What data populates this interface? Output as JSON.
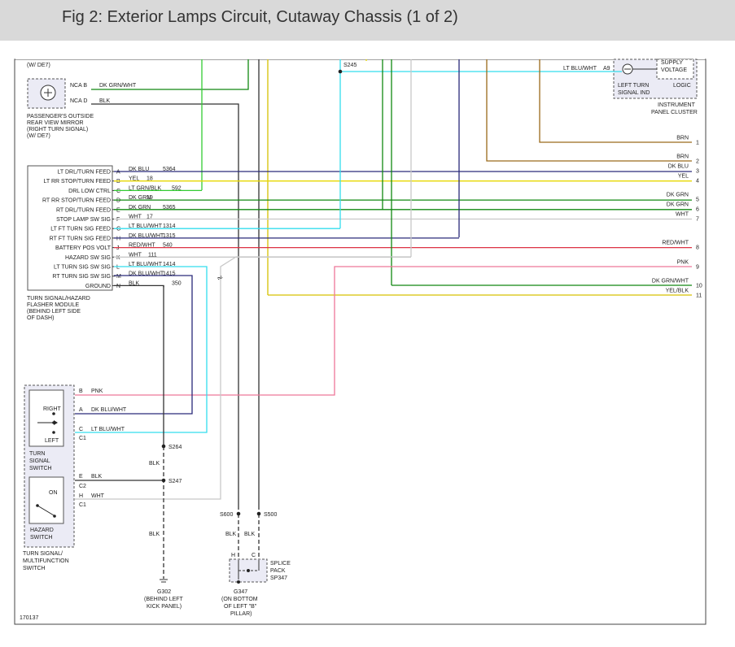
{
  "title": "Fig 2: Exterior Lamps Circuit, Cutaway Chassis (1 of 2)",
  "figure_id": "170137",
  "mirror": {
    "top_label": "(W/ DE7)",
    "pin_b": "NCA B",
    "pin_b_wire": "DK GRN/WHT",
    "pin_d": "NCA D",
    "pin_d_wire": "BLK",
    "label": [
      "PASSENGER'S OUTSIDE",
      "REAR VIEW MIRROR",
      "(RIGHT TURN SIGNAL)",
      "(W/ DE7)"
    ]
  },
  "module": {
    "label": [
      "TURN SIGNAL/HAZARD",
      "FLASHER MODULE",
      "(BEHIND LEFT SIDE",
      "OF DASH)"
    ],
    "pins": [
      {
        "func": "LT DRL/TURN FEED",
        "pin": "A",
        "wire": "DK BLU",
        "circuit": "5364"
      },
      {
        "func": "LT RR STOP/TURN FEED",
        "pin": "B",
        "wire": "YEL",
        "circuit": "18"
      },
      {
        "func": "DRL LOW CTRL",
        "pin": "C",
        "wire": "LT GRN/BLK",
        "circuit": "592"
      },
      {
        "func": "RT RR STOP/TURN FEED",
        "pin": "D",
        "wire": "DK GRN",
        "circuit": "19"
      },
      {
        "func": "RT DRL/TURN FEED",
        "pin": "E",
        "wire": "DK GRN",
        "circuit": "5365"
      },
      {
        "func": "STOP LAMP SW SIG",
        "pin": "F",
        "wire": "WHT",
        "circuit": "17"
      },
      {
        "func": "LT FT TURN SIG FEED",
        "pin": "G",
        "wire": "LT BLU/WHT",
        "circuit": "1314"
      },
      {
        "func": "RT FT TURN SIG FEED",
        "pin": "H",
        "wire": "DK BLU/WHT",
        "circuit": "1315"
      },
      {
        "func": "BATTERY POS VOLT",
        "pin": "J",
        "wire": "RED/WHT",
        "circuit": "540"
      },
      {
        "func": "HAZARD SW SIG",
        "pin": "K",
        "wire": "WHT",
        "circuit": "111"
      },
      {
        "func": "LT TURN SIG SW SIG",
        "pin": "L",
        "wire": "LT BLU/WHT",
        "circuit": "1414"
      },
      {
        "func": "RT TURN SIG SW SIG",
        "pin": "M",
        "wire": "DK BLU/WHT",
        "circuit": "1415"
      },
      {
        "func": "GROUND",
        "pin": "N",
        "wire": "BLK",
        "circuit": "350"
      }
    ]
  },
  "right_terminals": [
    {
      "num": "1",
      "wire": "BRN"
    },
    {
      "num": "2",
      "wire": "BRN"
    },
    {
      "num": "3",
      "wire": "DK BLU"
    },
    {
      "num": "4",
      "wire": "YEL"
    },
    {
      "num": "5",
      "wire": "DK GRN"
    },
    {
      "num": "6",
      "wire": "DK GRN"
    },
    {
      "num": "7",
      "wire": "WHT"
    },
    {
      "num": "8",
      "wire": "RED/WHT"
    },
    {
      "num": "9",
      "wire": "PNK"
    },
    {
      "num": "10",
      "wire": "DK GRN/WHT"
    },
    {
      "num": "11",
      "wire": "YEL/BLK"
    }
  ],
  "cluster": {
    "pin": "A9",
    "wire": "LT BLU/WHT",
    "supply": [
      "SUPPLY",
      "VOLTAGE"
    ],
    "logic": "LOGIC",
    "indicator": [
      "LEFT TURN",
      "SIGNAL IND"
    ],
    "label": [
      "INSTRUMENT",
      "PANEL CLUSTER"
    ]
  },
  "splices": {
    "s245": "S245",
    "s264": "S264",
    "s247": "S247",
    "s600": "S600",
    "s500": "S500"
  },
  "switch": {
    "right": "RIGHT",
    "left": "LEFT",
    "on": "ON",
    "turn_label": [
      "TURN",
      "SIGNAL",
      "SWITCH"
    ],
    "hazard_label": [
      "HAZARD",
      "SWITCH"
    ],
    "multi_label": [
      "TURN SIGNAL/",
      "MULTIFUNCTION",
      "SWITCH"
    ],
    "pin_b": "B",
    "pin_b_wire": "PNK",
    "pin_a": "A",
    "pin_a_wire": "DK BLU/WHT",
    "pin_c": "C",
    "pin_c_wire": "LT BLU/WHT",
    "c1": "C1",
    "pin_e": "E",
    "pin_e_wire": "BLK",
    "c2": "C2",
    "pin_h": "H",
    "pin_h_wire": "WHT",
    "c1b": "C1"
  },
  "ground_wires": {
    "g302_wire_upper": "BLK",
    "g302_wire_lower": "BLK",
    "s600_wire": "BLK",
    "s500_wire": "BLK"
  },
  "splice_pack": {
    "pin_h": "H",
    "pin_c": "C",
    "label": [
      "SPLICE",
      "PACK",
      "SP347"
    ]
  },
  "grounds": {
    "g302": [
      "G302",
      "(BEHIND LEFT",
      "KICK PANEL)"
    ],
    "g347": [
      "G347",
      "(ON BOTTOM",
      "OF LEFT \"B\"",
      "PILLAR)"
    ]
  },
  "colors": {
    "dk_blu": "#2a2a7a",
    "yel": "#e8d800",
    "lt_grn": "#33cc33",
    "dk_grn": "#118811",
    "wht": "#c8c8c8",
    "lt_blu": "#33ddee",
    "red": "#dd3344",
    "pnk": "#ee7799",
    "brn": "#9a6a1a",
    "blk": "#333333",
    "yel_blk": "#d6c100"
  }
}
